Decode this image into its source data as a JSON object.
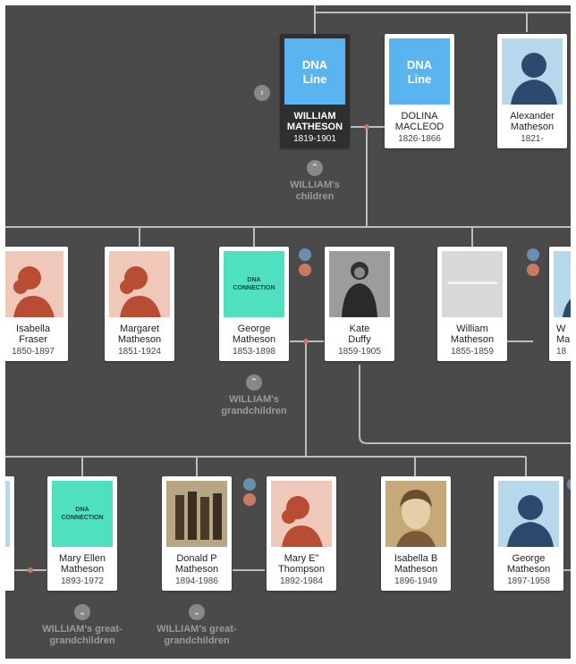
{
  "row1": [
    {
      "name": "WILLIAM\nMATHESON",
      "years": "1819-1901",
      "badge": "DNA\nLine"
    },
    {
      "name": "DOLINA\nMACLEOD",
      "years": "1826-1866",
      "badge": "DNA\nLine"
    },
    {
      "name": "Alexander\nMatheson",
      "years": "1821-"
    }
  ],
  "row2": [
    {
      "name": "Isabella\nFraser",
      "years": "1850-1897"
    },
    {
      "name": "Margaret\nMatheson",
      "years": "1851-1924"
    },
    {
      "name": "George\nMatheson",
      "years": "1853-1898",
      "badge": "DNA\nCONNECTION"
    },
    {
      "name": "Kate\nDuffy",
      "years": "1859-1905"
    },
    {
      "name": "William\nMatheson",
      "years": "1855-1859"
    },
    {
      "name": "W\nMa",
      "years": "18"
    }
  ],
  "row3": [
    {
      "name": "Mary Ellen\nMatheson",
      "years": "1893-1972",
      "badge": "DNA\nCONNECTION"
    },
    {
      "name": "Donald P\nMatheson",
      "years": "1894-1986"
    },
    {
      "name": "Mary E\"\nThompson",
      "years": "1892-1984"
    },
    {
      "name": "Isabella B\nMatheson",
      "years": "1896-1949"
    },
    {
      "name": "George\nMatheson",
      "years": "1897-1958"
    }
  ],
  "labels": {
    "children": "WILLIAM's\nchildren",
    "grandchildren": "WILLIAM's\ngrandchildren",
    "great1": "WILLIAM's great-\ngrandchildren",
    "great2": "WILLIAM's great-\ngrandchildren"
  },
  "icons": {
    "expand_right": "chevron-right-icon",
    "collapse_up": "chevron-up-icon",
    "expand_down": "chevron-down-icon"
  },
  "colors": {
    "background": "#4a4a4a",
    "dna_line": "#5ab4f0",
    "dna_connection": "#4fe0c0",
    "selected_card": "#2f2f2f",
    "connector": "#bdbdbd",
    "spouse_link": "#c97a62"
  }
}
